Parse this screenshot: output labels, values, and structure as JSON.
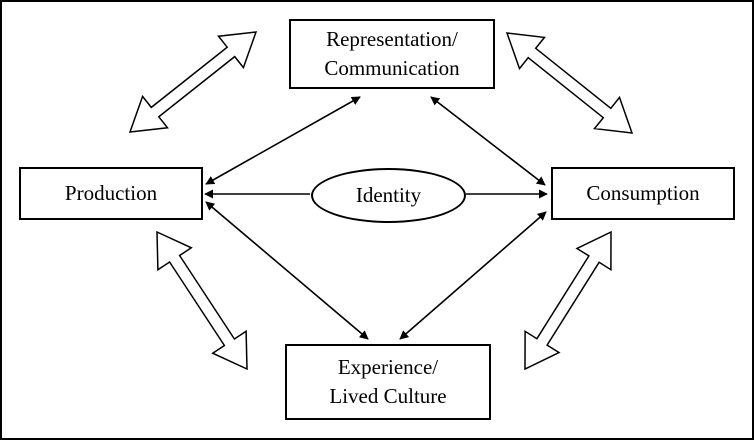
{
  "diagram": {
    "nodes": {
      "representation": {
        "lines": [
          "Representation/",
          "Communication"
        ]
      },
      "production": {
        "label": "Production"
      },
      "identity": {
        "label": "Identity"
      },
      "consumption": {
        "label": "Consumption"
      },
      "experience": {
        "lines": [
          "Experience/",
          "Lived Culture"
        ]
      }
    },
    "edges": [
      {
        "from": "identity",
        "to": "production",
        "style": "single-arrow"
      },
      {
        "from": "identity",
        "to": "consumption",
        "style": "single-arrow"
      },
      {
        "from": "production",
        "to": "representation",
        "style": "double-arrow"
      },
      {
        "from": "representation",
        "to": "consumption",
        "style": "double-arrow"
      },
      {
        "from": "production",
        "to": "experience",
        "style": "double-arrow"
      },
      {
        "from": "experience",
        "to": "consumption",
        "style": "double-arrow"
      },
      {
        "from": "production",
        "to": "representation",
        "style": "outer-hollow-double-arrow"
      },
      {
        "from": "representation",
        "to": "consumption",
        "style": "outer-hollow-double-arrow"
      },
      {
        "from": "production",
        "to": "experience",
        "style": "outer-hollow-double-arrow"
      },
      {
        "from": "experience",
        "to": "consumption",
        "style": "outer-hollow-double-arrow"
      }
    ]
  }
}
